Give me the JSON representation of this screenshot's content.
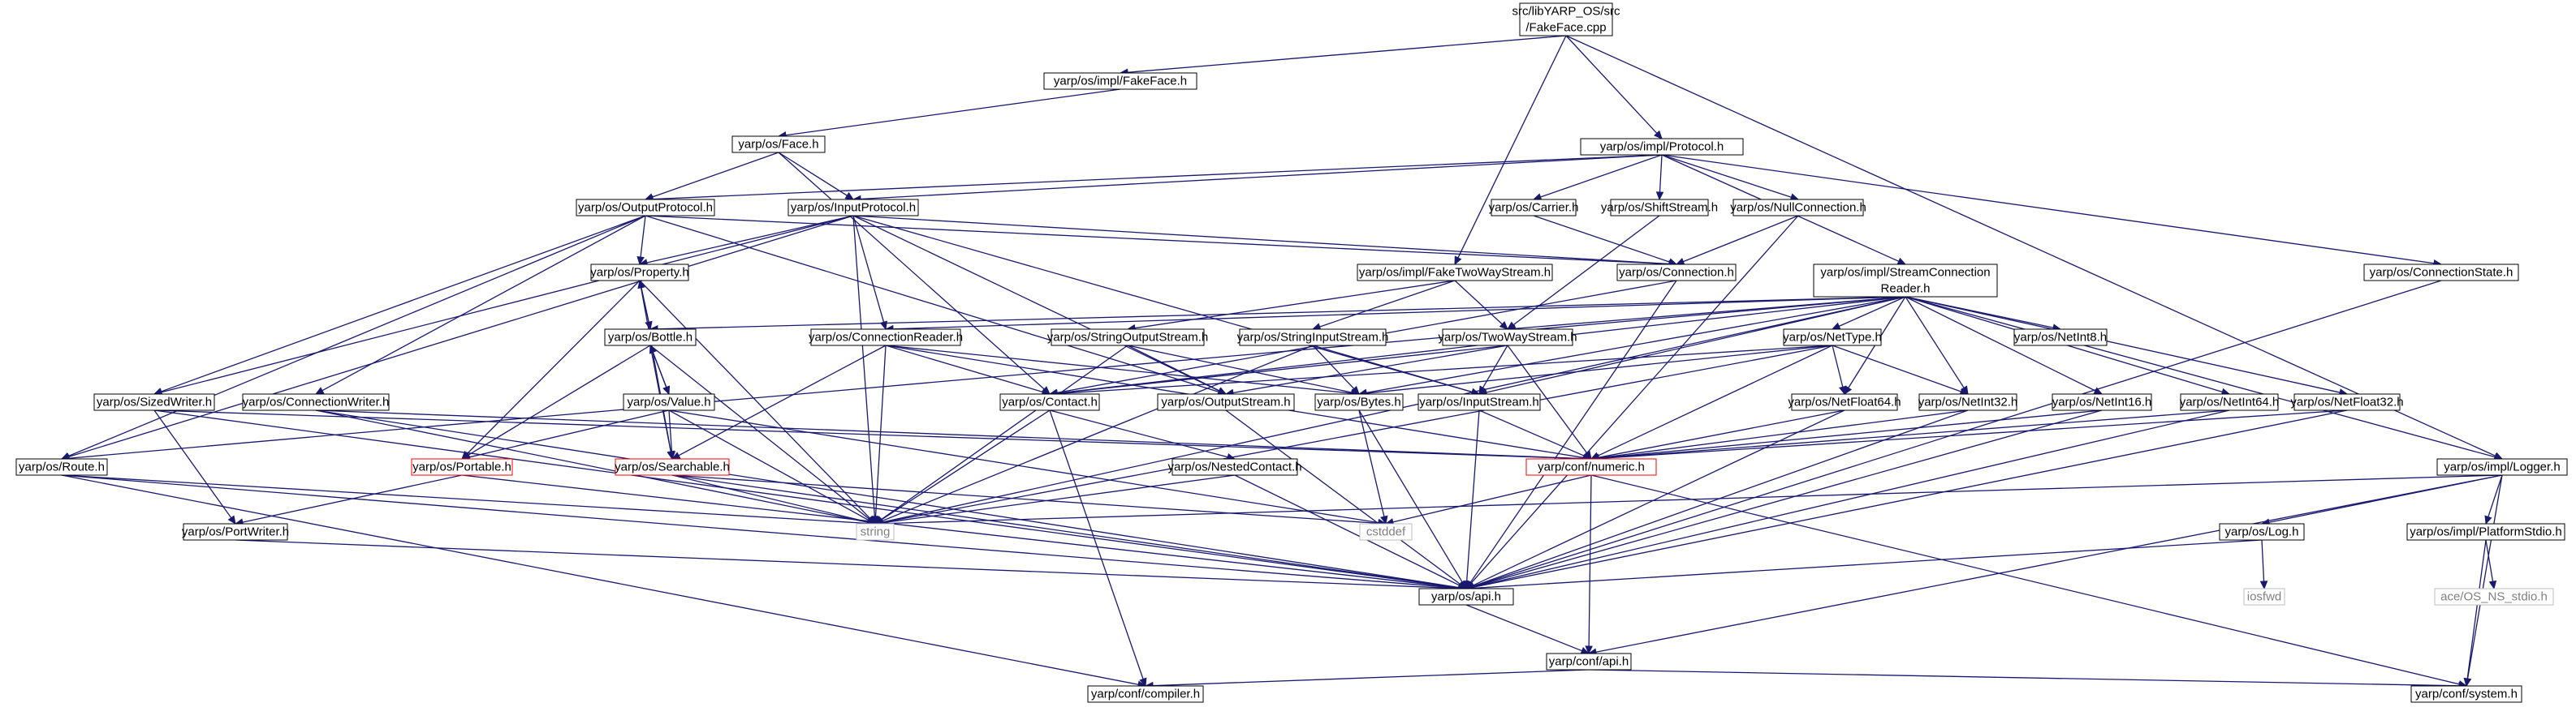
{
  "diagram": {
    "title": "",
    "nodes": [
      {
        "id": "root",
        "lines": [
          "src/libYARP_OS/src",
          "/FakeFace.cpp"
        ],
        "style": "root"
      },
      {
        "id": "implFakeFace",
        "lines": [
          "yarp/os/impl/FakeFace.h"
        ],
        "style": "normal"
      },
      {
        "id": "face",
        "lines": [
          "yarp/os/Face.h"
        ],
        "style": "normal"
      },
      {
        "id": "implProtocol",
        "lines": [
          "yarp/os/impl/Protocol.h"
        ],
        "style": "normal"
      },
      {
        "id": "outputProtocol",
        "lines": [
          "yarp/os/OutputProtocol.h"
        ],
        "style": "normal"
      },
      {
        "id": "inputProtocol",
        "lines": [
          "yarp/os/InputProtocol.h"
        ],
        "style": "normal"
      },
      {
        "id": "carrier",
        "lines": [
          "yarp/os/Carrier.h"
        ],
        "style": "normal"
      },
      {
        "id": "shiftStream",
        "lines": [
          "yarp/os/ShiftStream.h"
        ],
        "style": "normal"
      },
      {
        "id": "nullConnection",
        "lines": [
          "yarp/os/NullConnection.h"
        ],
        "style": "normal"
      },
      {
        "id": "connection",
        "lines": [
          "yarp/os/Connection.h"
        ],
        "style": "normal"
      },
      {
        "id": "connectionState",
        "lines": [
          "yarp/os/ConnectionState.h"
        ],
        "style": "normal"
      },
      {
        "id": "property",
        "lines": [
          "yarp/os/Property.h"
        ],
        "style": "normal"
      },
      {
        "id": "fakeTwoWay",
        "lines": [
          "yarp/os/impl/FakeTwoWayStream.h"
        ],
        "style": "normal"
      },
      {
        "id": "streamConnReader",
        "lines": [
          "yarp/os/impl/StreamConnection",
          "Reader.h"
        ],
        "style": "normal"
      },
      {
        "id": "bottle",
        "lines": [
          "yarp/os/Bottle.h"
        ],
        "style": "normal"
      },
      {
        "id": "connectionReader",
        "lines": [
          "yarp/os/ConnectionReader.h"
        ],
        "style": "normal"
      },
      {
        "id": "stringOutputStream",
        "lines": [
          "yarp/os/StringOutputStream.h"
        ],
        "style": "normal"
      },
      {
        "id": "stringInputStream",
        "lines": [
          "yarp/os/StringInputStream.h"
        ],
        "style": "normal"
      },
      {
        "id": "twoWayStream",
        "lines": [
          "yarp/os/TwoWayStream.h"
        ],
        "style": "normal"
      },
      {
        "id": "netType",
        "lines": [
          "yarp/os/NetType.h"
        ],
        "style": "normal"
      },
      {
        "id": "netInt8",
        "lines": [
          "yarp/os/NetInt8.h"
        ],
        "style": "normal"
      },
      {
        "id": "sizedWriter",
        "lines": [
          "yarp/os/SizedWriter.h"
        ],
        "style": "normal"
      },
      {
        "id": "connectionWriter",
        "lines": [
          "yarp/os/ConnectionWriter.h"
        ],
        "style": "normal"
      },
      {
        "id": "value",
        "lines": [
          "yarp/os/Value.h"
        ],
        "style": "normal"
      },
      {
        "id": "contact",
        "lines": [
          "yarp/os/Contact.h"
        ],
        "style": "normal"
      },
      {
        "id": "outputStream",
        "lines": [
          "yarp/os/OutputStream.h"
        ],
        "style": "normal"
      },
      {
        "id": "bytes",
        "lines": [
          "yarp/os/Bytes.h"
        ],
        "style": "normal"
      },
      {
        "id": "inputStream",
        "lines": [
          "yarp/os/InputStream.h"
        ],
        "style": "normal"
      },
      {
        "id": "netFloat64",
        "lines": [
          "yarp/os/NetFloat64.h"
        ],
        "style": "normal"
      },
      {
        "id": "netInt32",
        "lines": [
          "yarp/os/NetInt32.h"
        ],
        "style": "normal"
      },
      {
        "id": "netInt16",
        "lines": [
          "yarp/os/NetInt16.h"
        ],
        "style": "normal"
      },
      {
        "id": "netInt64",
        "lines": [
          "yarp/os/NetInt64.h"
        ],
        "style": "normal"
      },
      {
        "id": "netFloat32",
        "lines": [
          "yarp/os/NetFloat32.h"
        ],
        "style": "normal"
      },
      {
        "id": "route",
        "lines": [
          "yarp/os/Route.h"
        ],
        "style": "normal"
      },
      {
        "id": "portable",
        "lines": [
          "yarp/os/Portable.h"
        ],
        "style": "red"
      },
      {
        "id": "searchable",
        "lines": [
          "yarp/os/Searchable.h"
        ],
        "style": "red"
      },
      {
        "id": "nestedContact",
        "lines": [
          "yarp/os/NestedContact.h"
        ],
        "style": "normal"
      },
      {
        "id": "confNumeric",
        "lines": [
          "yarp/conf/numeric.h"
        ],
        "style": "red"
      },
      {
        "id": "implLogger",
        "lines": [
          "yarp/os/impl/Logger.h"
        ],
        "style": "normal"
      },
      {
        "id": "portWriter",
        "lines": [
          "yarp/os/PortWriter.h"
        ],
        "style": "normal"
      },
      {
        "id": "string",
        "lines": [
          "string"
        ],
        "style": "gray"
      },
      {
        "id": "cstddef",
        "lines": [
          "cstddef"
        ],
        "style": "gray"
      },
      {
        "id": "log",
        "lines": [
          "yarp/os/Log.h"
        ],
        "style": "normal"
      },
      {
        "id": "platformStdio",
        "lines": [
          "yarp/os/impl/PlatformStdio.h"
        ],
        "style": "normal"
      },
      {
        "id": "iosfwd",
        "lines": [
          "iosfwd"
        ],
        "style": "gray"
      },
      {
        "id": "aceStdio",
        "lines": [
          "ace/OS_NS_stdio.h"
        ],
        "style": "gray"
      },
      {
        "id": "osApi",
        "lines": [
          "yarp/os/api.h"
        ],
        "style": "normal"
      },
      {
        "id": "confApi",
        "lines": [
          "yarp/conf/api.h"
        ],
        "style": "normal"
      },
      {
        "id": "compiler",
        "lines": [
          "yarp/conf/compiler.h"
        ],
        "style": "normal"
      },
      {
        "id": "system",
        "lines": [
          "yarp/conf/system.h"
        ],
        "style": "normal"
      }
    ],
    "edges": [
      [
        "root",
        "implFakeFace"
      ],
      [
        "root",
        "implProtocol"
      ],
      [
        "root",
        "fakeTwoWay"
      ],
      [
        "root",
        "implLogger"
      ],
      [
        "implFakeFace",
        "face"
      ],
      [
        "face",
        "outputProtocol"
      ],
      [
        "face",
        "inputProtocol"
      ],
      [
        "face",
        "contact"
      ],
      [
        "implProtocol",
        "outputProtocol"
      ],
      [
        "implProtocol",
        "inputProtocol"
      ],
      [
        "implProtocol",
        "carrier"
      ],
      [
        "implProtocol",
        "shiftStream"
      ],
      [
        "implProtocol",
        "nullConnection"
      ],
      [
        "implProtocol",
        "streamConnReader"
      ],
      [
        "implProtocol",
        "connectionState"
      ],
      [
        "outputProtocol",
        "property"
      ],
      [
        "outputProtocol",
        "connection"
      ],
      [
        "outputProtocol",
        "sizedWriter"
      ],
      [
        "outputProtocol",
        "connectionWriter"
      ],
      [
        "outputProtocol",
        "route"
      ],
      [
        "outputProtocol",
        "outputStream"
      ],
      [
        "inputProtocol",
        "property"
      ],
      [
        "inputProtocol",
        "connection"
      ],
      [
        "inputProtocol",
        "connectionReader"
      ],
      [
        "inputProtocol",
        "sizedWriter"
      ],
      [
        "inputProtocol",
        "route"
      ],
      [
        "inputProtocol",
        "inputStream"
      ],
      [
        "inputProtocol",
        "string"
      ],
      [
        "inputProtocol",
        "outputStream"
      ],
      [
        "carrier",
        "connection"
      ],
      [
        "shiftStream",
        "twoWayStream"
      ],
      [
        "nullConnection",
        "connection"
      ],
      [
        "nullConnection",
        "osApi"
      ],
      [
        "connection",
        "contact"
      ],
      [
        "connection",
        "osApi"
      ],
      [
        "connectionState",
        "osApi"
      ],
      [
        "property",
        "bottle"
      ],
      [
        "property",
        "searchable"
      ],
      [
        "property",
        "portable"
      ],
      [
        "property",
        "string"
      ],
      [
        "fakeTwoWay",
        "twoWayStream"
      ],
      [
        "fakeTwoWay",
        "stringInputStream"
      ],
      [
        "fakeTwoWay",
        "stringOutputStream"
      ],
      [
        "streamConnReader",
        "bottle"
      ],
      [
        "streamConnReader",
        "connectionReader"
      ],
      [
        "streamConnReader",
        "twoWayStream"
      ],
      [
        "streamConnReader",
        "netType"
      ],
      [
        "streamConnReader",
        "netInt8"
      ],
      [
        "streamConnReader",
        "netInt16"
      ],
      [
        "streamConnReader",
        "netInt32"
      ],
      [
        "streamConnReader",
        "netInt64"
      ],
      [
        "streamConnReader",
        "netFloat32"
      ],
      [
        "streamConnReader",
        "netFloat64"
      ],
      [
        "streamConnReader",
        "implLogger"
      ],
      [
        "streamConnReader",
        "route"
      ],
      [
        "streamConnReader",
        "contact"
      ],
      [
        "streamConnReader",
        "string"
      ],
      [
        "streamConnReader",
        "bytes"
      ],
      [
        "streamConnReader",
        "inputStream"
      ],
      [
        "bottle",
        "property"
      ],
      [
        "bottle",
        "value"
      ],
      [
        "bottle",
        "searchable"
      ],
      [
        "bottle",
        "portable"
      ],
      [
        "bottle",
        "string"
      ],
      [
        "connectionReader",
        "contact"
      ],
      [
        "connectionReader",
        "searchable"
      ],
      [
        "connectionReader",
        "bytes"
      ],
      [
        "connectionReader",
        "confNumeric"
      ],
      [
        "connectionReader",
        "string"
      ],
      [
        "stringOutputStream",
        "outputStream"
      ],
      [
        "stringOutputStream",
        "string"
      ],
      [
        "stringOutputStream",
        "bytes"
      ],
      [
        "stringInputStream",
        "inputStream"
      ],
      [
        "stringInputStream",
        "bytes"
      ],
      [
        "stringInputStream",
        "string"
      ],
      [
        "twoWayStream",
        "inputStream"
      ],
      [
        "twoWayStream",
        "outputStream"
      ],
      [
        "twoWayStream",
        "contact"
      ],
      [
        "twoWayStream",
        "confNumeric"
      ],
      [
        "netType",
        "bytes"
      ],
      [
        "netType",
        "netInt32"
      ],
      [
        "netType",
        "netFloat64"
      ],
      [
        "netType",
        "confNumeric"
      ],
      [
        "netType",
        "string"
      ],
      [
        "netType",
        "contact"
      ],
      [
        "sizedWriter",
        "portWriter"
      ],
      [
        "sizedWriter",
        "confNumeric"
      ],
      [
        "sizedWriter",
        "osApi"
      ],
      [
        "connectionWriter",
        "string"
      ],
      [
        "connectionWriter",
        "osApi"
      ],
      [
        "connectionWriter",
        "confNumeric"
      ],
      [
        "value",
        "bottle"
      ],
      [
        "value",
        "searchable"
      ],
      [
        "value",
        "portable"
      ],
      [
        "value",
        "string"
      ],
      [
        "value",
        "cstddef"
      ],
      [
        "contact",
        "nestedContact"
      ],
      [
        "contact",
        "string"
      ],
      [
        "contact",
        "compiler"
      ],
      [
        "outputStream",
        "osApi"
      ],
      [
        "bytes",
        "cstddef"
      ],
      [
        "bytes",
        "osApi"
      ],
      [
        "inputStream",
        "confNumeric"
      ],
      [
        "inputStream",
        "osApi"
      ],
      [
        "netFloat64",
        "confNumeric"
      ],
      [
        "netFloat64",
        "osApi"
      ],
      [
        "netInt32",
        "confNumeric"
      ],
      [
        "netInt32",
        "osApi"
      ],
      [
        "netInt16",
        "confNumeric"
      ],
      [
        "netInt16",
        "osApi"
      ],
      [
        "netInt64",
        "confNumeric"
      ],
      [
        "netInt64",
        "osApi"
      ],
      [
        "netFloat32",
        "confNumeric"
      ],
      [
        "netFloat32",
        "osApi"
      ],
      [
        "route",
        "string"
      ],
      [
        "route",
        "osApi"
      ],
      [
        "route",
        "compiler"
      ],
      [
        "portable",
        "portWriter"
      ],
      [
        "portable",
        "osApi"
      ],
      [
        "searchable",
        "string"
      ],
      [
        "searchable",
        "osApi"
      ],
      [
        "searchable",
        "cstddef"
      ],
      [
        "nestedContact",
        "string"
      ],
      [
        "nestedContact",
        "osApi"
      ],
      [
        "confNumeric",
        "cstddef"
      ],
      [
        "confNumeric",
        "confApi"
      ],
      [
        "confNumeric",
        "system"
      ],
      [
        "implLogger",
        "log"
      ],
      [
        "implLogger",
        "platformStdio"
      ],
      [
        "implLogger",
        "string"
      ],
      [
        "implLogger",
        "confApi"
      ],
      [
        "implLogger",
        "system"
      ],
      [
        "log",
        "iosfwd"
      ],
      [
        "log",
        "osApi"
      ],
      [
        "platformStdio",
        "aceStdio"
      ],
      [
        "platformStdio",
        "system"
      ],
      [
        "portWriter",
        "osApi"
      ],
      [
        "osApi",
        "confApi"
      ],
      [
        "confApi",
        "compiler"
      ],
      [
        "confApi",
        "system"
      ]
    ]
  }
}
